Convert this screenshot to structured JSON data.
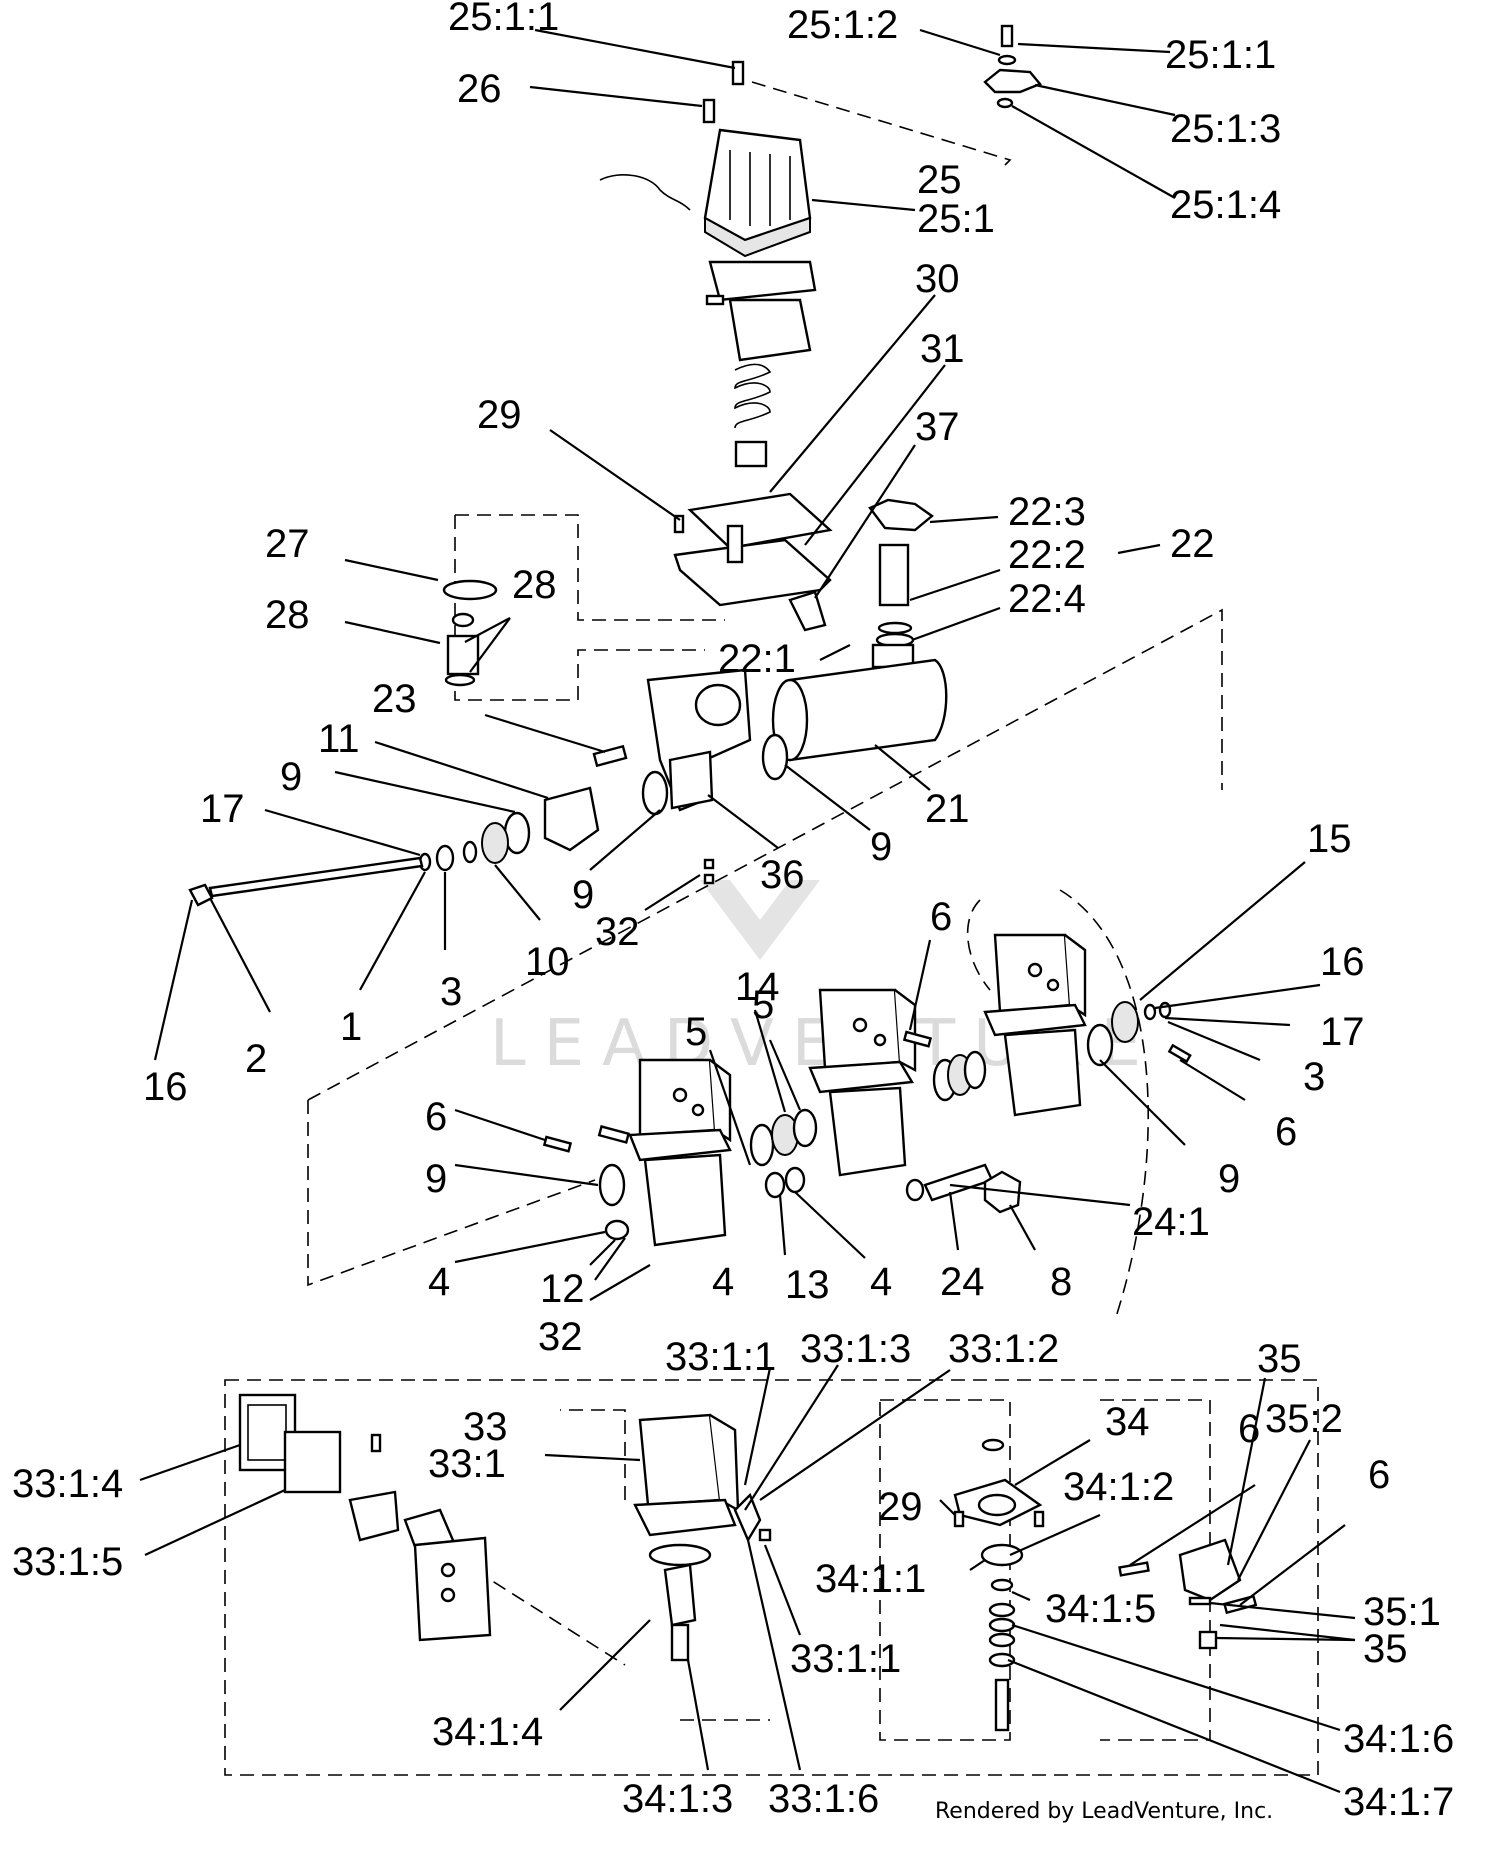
{
  "labels": {
    "l_25_1_1_a": "25:1:1",
    "l_25_1_2": "25:1:2",
    "l_25_1_1_b": "25:1:1",
    "l_26": "26",
    "l_25_1_3": "25:1:3",
    "l_25": "25",
    "l_25_1": "25:1",
    "l_25_1_4": "25:1:4",
    "l_30": "30",
    "l_31": "31",
    "l_29_a": "29",
    "l_37": "37",
    "l_22_3": "22:3",
    "l_27": "27",
    "l_28_a": "28",
    "l_22": "22",
    "l_22_2": "22:2",
    "l_28_b": "28",
    "l_22_4": "22:4",
    "l_22_1": "22:1",
    "l_23": "23",
    "l_11": "11",
    "l_9_a": "9",
    "l_17_a": "17",
    "l_21": "21",
    "l_9_b": "9",
    "l_36": "36",
    "l_9_c": "9",
    "l_15": "15",
    "l_32_a": "32",
    "l_10": "10",
    "l_6_a": "6",
    "l_14": "14",
    "l_5_a": "5",
    "l_5_b": "5",
    "l_16_a": "16",
    "l_3_a": "3",
    "l_1": "1",
    "l_17_b": "17",
    "l_2": "2",
    "l_16_b": "16",
    "l_3_b": "3",
    "l_6_b": "6",
    "l_6_c": "6",
    "l_9_d": "9",
    "l_9_e": "9",
    "l_24_1": "24:1",
    "l_4_a": "4",
    "l_4_b": "4",
    "l_13": "13",
    "l_4_c": "4",
    "l_24": "24",
    "l_8": "8",
    "l_12": "12",
    "l_32_b": "32",
    "l_33_1_1_a": "33:1:1",
    "l_33_1_3": "33:1:3",
    "l_33_1_2": "33:1:2",
    "l_35_a": "35",
    "l_33": "33",
    "l_34": "34",
    "l_35_2": "35:2",
    "l_33_1": "33:1",
    "l_6_d": "6",
    "l_33_1_4": "33:1:4",
    "l_6_e": "6",
    "l_34_1_2": "34:1:2",
    "l_29_b": "29",
    "l_33_1_5": "33:1:5",
    "l_34_1_1": "34:1:1",
    "l_34_1_5": "34:1:5",
    "l_35_1": "35:1",
    "l_35_b": "35",
    "l_33_1_1_b": "33:1:1",
    "l_34_1_4": "34:1:4",
    "l_34_1_6": "34:1:6",
    "l_34_1_3": "34:1:3",
    "l_33_1_6": "33:1:6",
    "l_34_1_7": "34:1:7"
  },
  "footer": "Rendered by LeadVenture, Inc.",
  "watermark": "LEADVENTURE"
}
